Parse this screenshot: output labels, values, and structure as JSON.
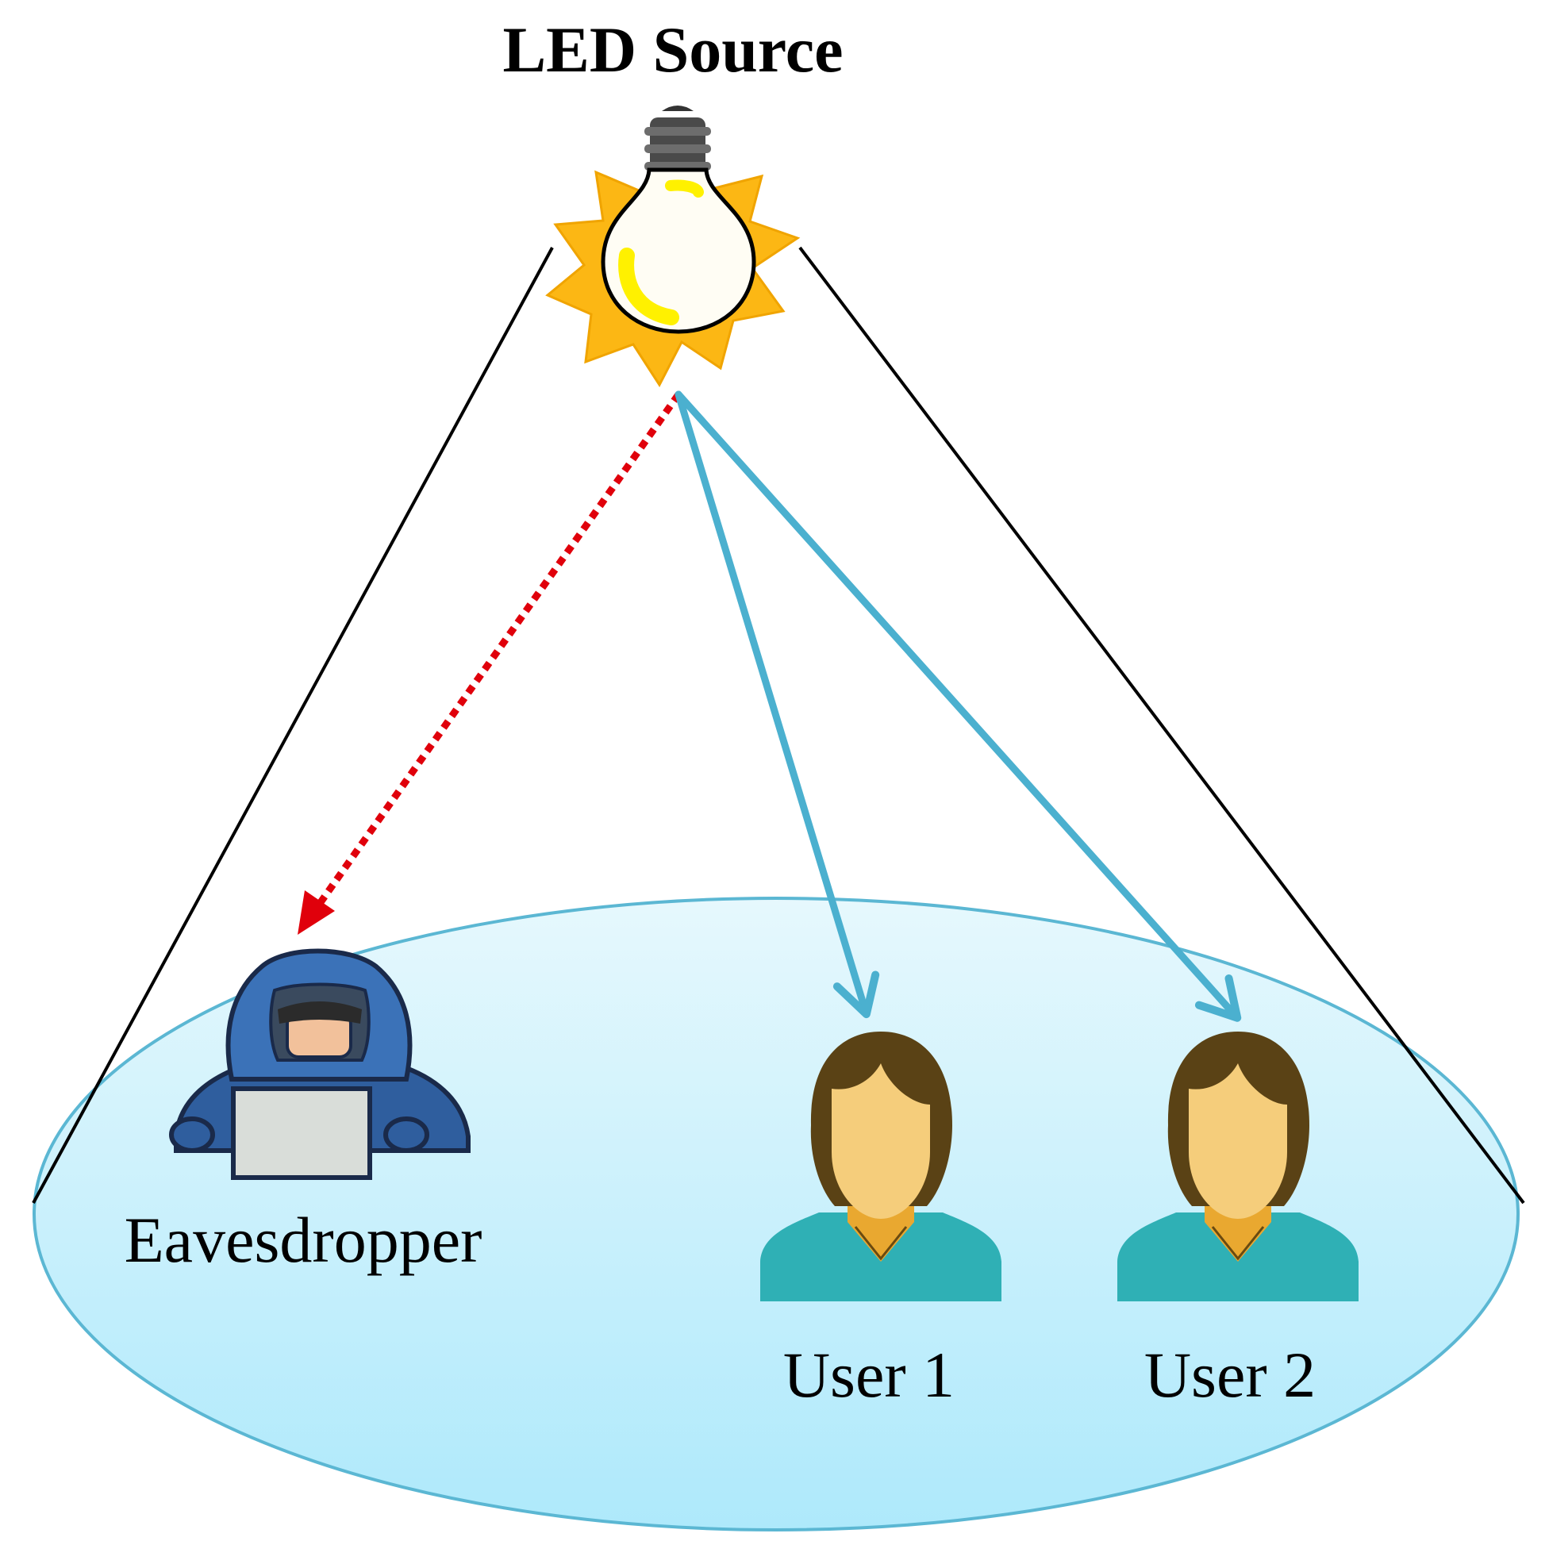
{
  "labels": {
    "source": "LED Source",
    "eavesdropper": "Eavesdropper",
    "user1": "User 1",
    "user2": "User 2"
  },
  "icons": {
    "source": "light-bulb-icon",
    "eavesdropper": "hooded-hacker-icon",
    "user1": "user-avatar-icon",
    "user2": "user-avatar-icon"
  },
  "links": [
    {
      "from": "source",
      "to": "eavesdropper",
      "style": "dotted"
    },
    {
      "from": "source",
      "to": "user1",
      "style": "solid"
    },
    {
      "from": "source",
      "to": "user2",
      "style": "solid"
    }
  ],
  "colors": {
    "coverage_fill_top": "#e6f8fd",
    "coverage_fill_bottom": "#aee9fb",
    "coverage_edge": "#5bb7d3",
    "cone_edge": "#000000",
    "legit_link": "#4bb0cf",
    "eaves_link": "#e0000b",
    "bulb_glow": "#fcb714",
    "bulb_highlight": "#fff100",
    "hacker_hood": "#3b72b8",
    "hacker_face": "#f2c19b",
    "laptop": "#d9ddd9",
    "user_hair": "#5a4215",
    "user_face": "#f5cd7b",
    "user_neck": "#e9a830",
    "user_shirt": "#2fb0b5"
  }
}
